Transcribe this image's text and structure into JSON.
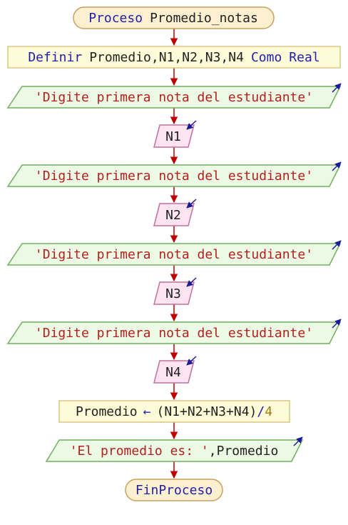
{
  "diagram": {
    "title_keyword": "Proceso",
    "title_name": "Promedio_notas",
    "define": {
      "keyword": "Definir",
      "vars": "Promedio,N1,N2,N3,N4",
      "como": "Como",
      "type": "Real"
    },
    "prompts": [
      "'Digite primera nota del estudiante'",
      "'Digite primera nota del estudiante'",
      "'Digite primera nota del estudiante'",
      "'Digite primera nota del estudiante'"
    ],
    "reads": [
      "N1",
      "N2",
      "N3",
      "N4"
    ],
    "assign": {
      "target": "Promedio",
      "arrow": "←",
      "expr": "(N1+N2+N3+N4)",
      "op": "/",
      "divisor": "4"
    },
    "output": {
      "text": "'El promedio es: '",
      "sep": ",",
      "var": "Promedio"
    },
    "end": "FinProceso"
  },
  "colors": {
    "terminal_fill": "#fdf0d0",
    "terminal_stroke": "#c8a060",
    "define_fill": "#fdfbd8",
    "define_stroke": "#d8c880",
    "output_fill": "#ecf9e4",
    "output_stroke": "#6fb060",
    "input_fill": "#fde4f0",
    "input_stroke": "#c070a0",
    "connector": "#c00000",
    "io_arrow": "#1a1a9a"
  }
}
